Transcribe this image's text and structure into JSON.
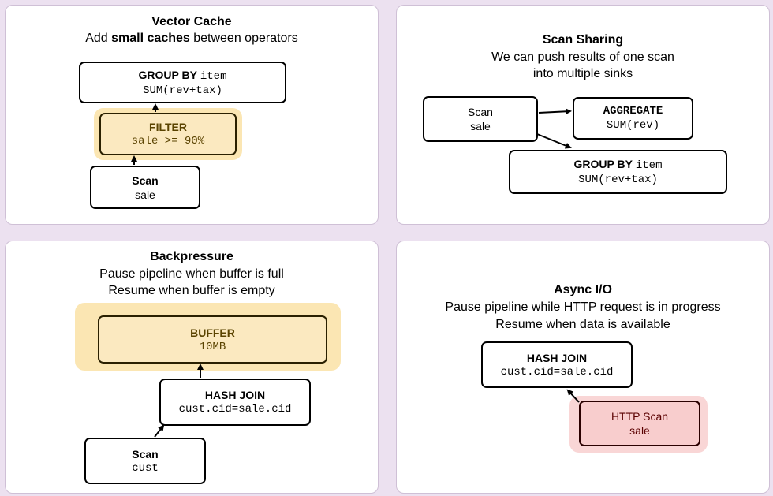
{
  "panels": {
    "vector_cache": {
      "title": "Vector Cache",
      "subtitle_pre": "Add ",
      "subtitle_bold": "small caches",
      "subtitle_post": " between operators",
      "group_by": {
        "keyword": "GROUP BY",
        "field": "item",
        "expr": "SUM(rev+tax)"
      },
      "filter": {
        "label": "FILTER",
        "expr": "sale >= 90%"
      },
      "scan": {
        "label": "Scan",
        "table": "sale"
      }
    },
    "scan_sharing": {
      "title": "Scan Sharing",
      "subtitle_line1": "We can push results of one scan",
      "subtitle_line2": "into multiple sinks",
      "scan": {
        "label": "Scan",
        "table": "sale"
      },
      "aggregate": {
        "label": "AGGREGATE",
        "expr": "SUM(rev)"
      },
      "group_by": {
        "keyword": "GROUP BY",
        "field": "item",
        "expr": "SUM(rev+tax)"
      }
    },
    "backpressure": {
      "title": "Backpressure",
      "subtitle_line1": "Pause pipeline when buffer is full",
      "subtitle_line2": "Resume when buffer is empty",
      "buffer": {
        "label": "BUFFER",
        "size": "10MB"
      },
      "hash_join": {
        "label": "HASH JOIN",
        "cond": "cust.cid=sale.cid"
      },
      "scan": {
        "label": "Scan",
        "table": "cust"
      }
    },
    "async_io": {
      "title": "Async I/O",
      "subtitle_line1": "Pause pipeline while HTTP request is in progress",
      "subtitle_line2": "Resume when data is available",
      "hash_join": {
        "label": "HASH JOIN",
        "cond": "cust.cid=sale.cid"
      },
      "http_scan": {
        "label": "HTTP Scan",
        "table": "sale"
      }
    }
  },
  "colors": {
    "background": "#ece1f0",
    "highlight_yellow": "#fbe9c0",
    "highlight_red": "#f8cdcd"
  }
}
